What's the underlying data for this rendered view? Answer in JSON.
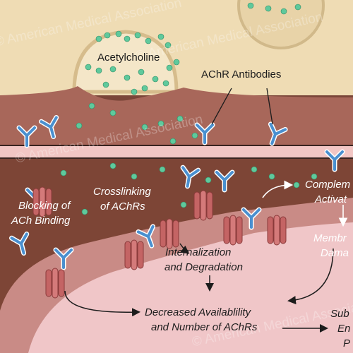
{
  "labels": {
    "acetylcholine": "Acetylcholine",
    "achr_antibodies": "AChR Antibodies",
    "crosslinking_1": "Crosslinking",
    "crosslinking_2": "of AChRs",
    "blocking_1": "Blocking of",
    "blocking_2": "ACh Binding",
    "complement_1": "Complem",
    "complement_2": "Activat",
    "membrane_1": "Membr",
    "membrane_2": "Dama",
    "internalization_1": "Internalization",
    "internalization_2": "and Degradation",
    "decreased_1": "Decreased Availablility",
    "decreased_2": "and Number of AChRs",
    "sub_1": "Sub",
    "sub_2": "En",
    "sub_3": "P"
  },
  "watermark": "© American Medical Association",
  "colors": {
    "nerve_terminal": "#efdcb4",
    "synaptic_cleft": "#a9685a",
    "muscle_membrane": "#f0bfbf",
    "muscle_cell": "#7d4536",
    "muscle_interior": "#efc6c8",
    "vesicle_dots": "#58c89a",
    "antibody": "#5a9fd6",
    "receptor": "#c96a6a"
  },
  "icons": [
    "antibody-icon",
    "receptor-icon",
    "ach-molecule-icon",
    "arrow-icon"
  ]
}
